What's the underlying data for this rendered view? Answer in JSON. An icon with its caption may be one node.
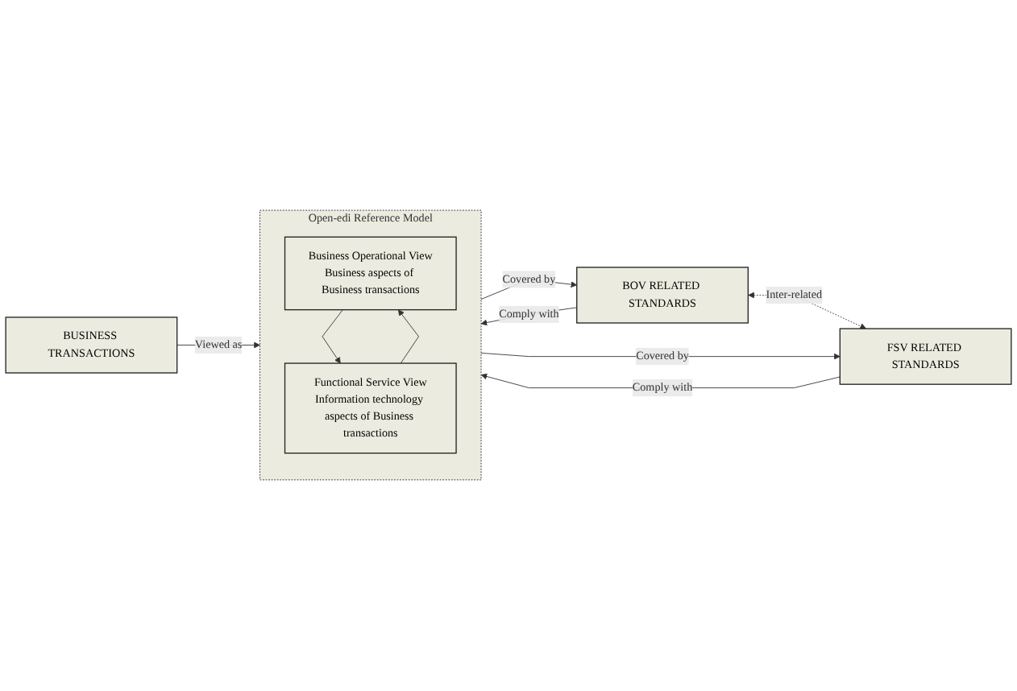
{
  "diagram": {
    "nodes": [
      {
        "text": [
          "BUSINESS TRANSACTIONS"
        ]
      },
      {
        "text": [
          "Open-edi Reference Model"
        ]
      },
      {
        "text": [
          "Business Operational View",
          "Business aspects of Business transactions"
        ],
        "in": 1
      },
      {
        "text": [
          "Functional Service View",
          "Information technology aspects of Business transactions"
        ],
        "in": 1
      },
      {
        "text": [
          "BOV RELATED STANDARDS"
        ]
      },
      {
        "text": [
          "FSV RELATED STANDARDS"
        ]
      }
    ],
    "edges": [
      {
        "from": 0,
        "to": 1,
        "arrow": "to",
        "label": "Viewed as"
      },
      {
        "from": 2,
        "to": 3,
        "arrow": "to"
      },
      {
        "from": 3,
        "to": 2,
        "arrow": "to"
      },
      {
        "from": 4,
        "to": 1,
        "arrow": "to",
        "label": "Comply with"
      },
      {
        "from": 1,
        "to": 4,
        "arrow": "to",
        "label": "Covered by"
      },
      {
        "from": 4,
        "to": 5,
        "arrow": "both",
        "label": "Inter-related",
        "style": "dashed"
      },
      {
        "from": 5,
        "to": 1,
        "arrow": "to",
        "label": "Comply with"
      },
      {
        "from": 1,
        "to": 5,
        "arrow": "to",
        "label": "Covered by"
      }
    ]
  }
}
